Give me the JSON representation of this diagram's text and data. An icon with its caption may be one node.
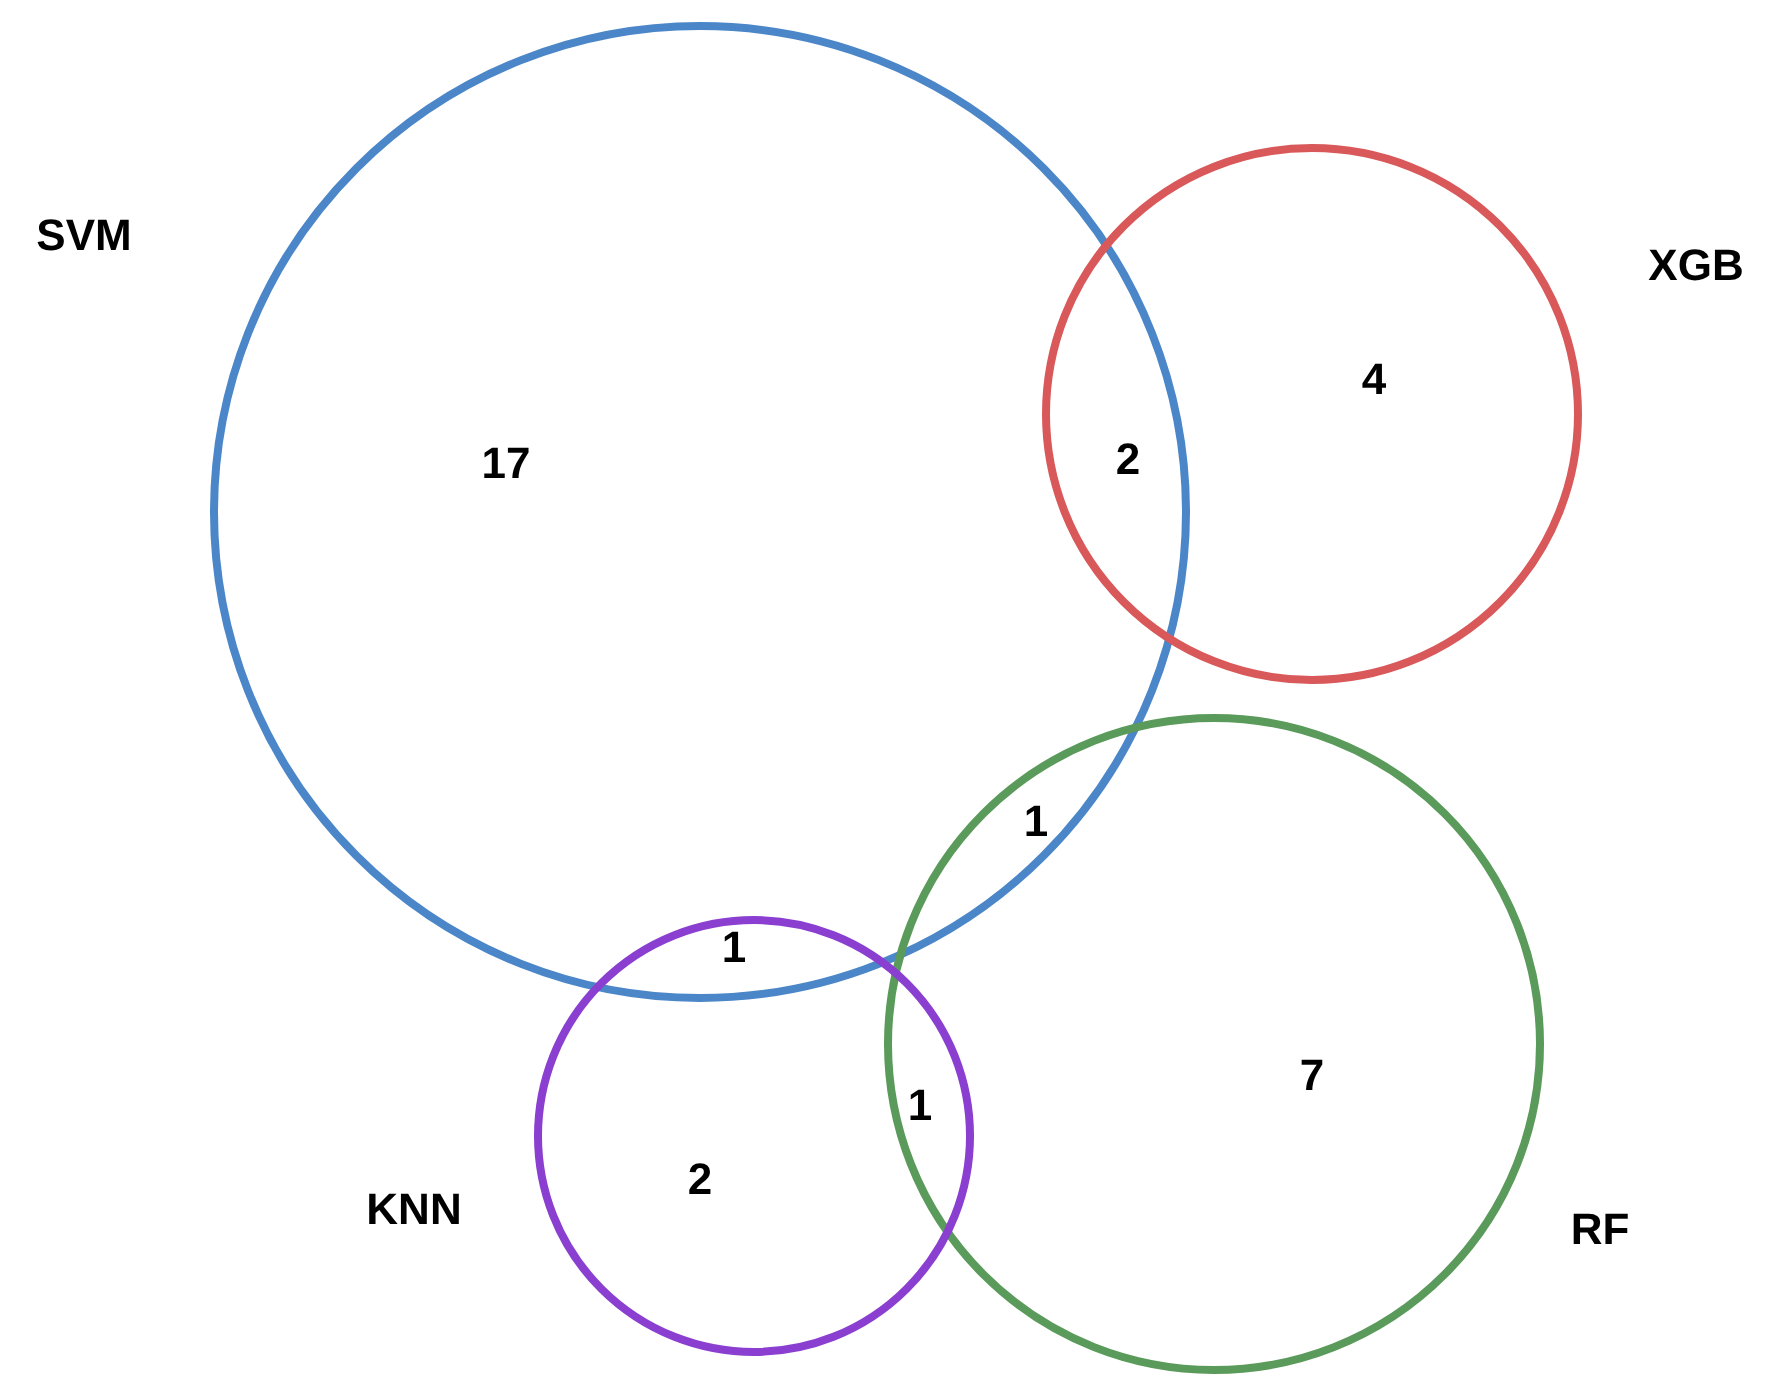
{
  "diagram": {
    "nodes": [
      {
        "text": [
          "SVM"
        ]
      },
      {
        "text": [
          "XGB"
        ]
      },
      {
        "text": [
          "RF"
        ]
      },
      {
        "text": [
          "KNN"
        ]
      }
    ],
    "labels": [
      "17",
      "2",
      "4",
      "1",
      "1",
      "1",
      "7",
      "2"
    ]
  }
}
